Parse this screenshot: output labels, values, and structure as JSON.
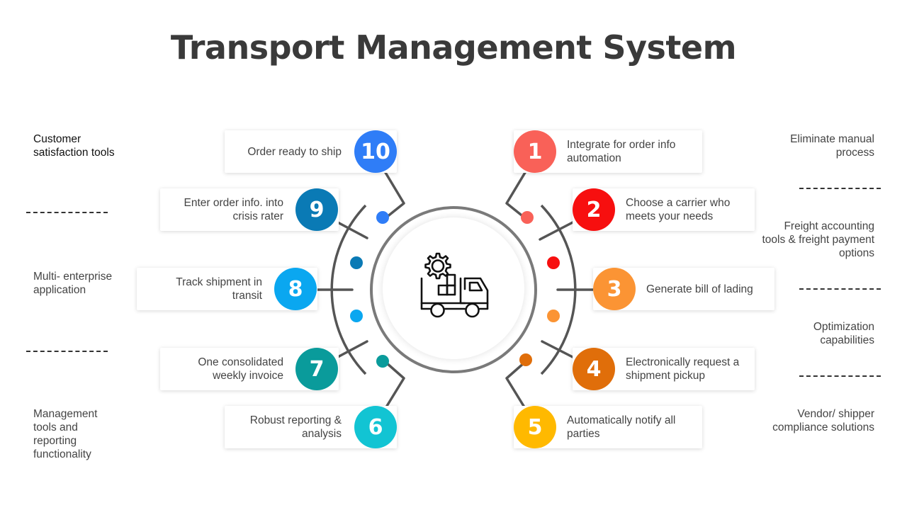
{
  "title": "Transport Management System",
  "steps": [
    {
      "num": "1",
      "text": "Integrate for order info automation",
      "color": "#F96158"
    },
    {
      "num": "2",
      "text": "Choose a carrier who meets your needs",
      "color": "#F70F0F"
    },
    {
      "num": "3",
      "text": "Generate bill of lading",
      "color": "#FB9434"
    },
    {
      "num": "4",
      "text": "Electronically request a shipment pickup",
      "color": "#E06E0A"
    },
    {
      "num": "5",
      "text": "Automatically notify all parties",
      "color": "#FFB900"
    },
    {
      "num": "6",
      "text": "Robust reporting & analysis",
      "color": "#12C4D3"
    },
    {
      "num": "7",
      "text": "One consolidated weekly invoice",
      "color": "#0A9B9B"
    },
    {
      "num": "8",
      "text": "Track shipment in transit",
      "color": "#0AA7F0"
    },
    {
      "num": "9",
      "text": "Enter order info. into crisis rater",
      "color": "#0A7AB5"
    },
    {
      "num": "10",
      "text": "Order ready to ship",
      "color": "#2F7DF7"
    }
  ],
  "left_notes": [
    "Customer satisfaction tools",
    "Multi- enterprise application",
    "Management tools and reporting functionality"
  ],
  "right_notes": [
    "Eliminate manual process",
    "Freight accounting tools & freight payment options",
    "Optimization capabilities",
    "Vendor/ shipper compliance solutions"
  ],
  "hub_icon": "truck-gear-icon"
}
